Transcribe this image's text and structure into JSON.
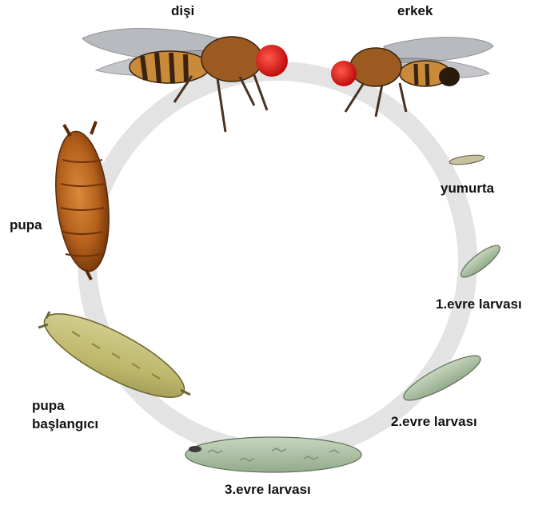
{
  "labels": {
    "female": "dişi",
    "male": "erkek",
    "egg": "yumurta",
    "larva1": "1.evre larvası",
    "larva2": "2.evre larvası",
    "larva3": "3.evre larvası",
    "prepupa_line1": "pupa",
    "prepupa_line2": "başlangıcı",
    "pupa": "pupa"
  },
  "colors": {
    "cycle_ring": "#e3e3e3",
    "fly_eye": "#e01818",
    "fly_thorax": "#9a5a20",
    "fly_abdomen_band": "#3a2410",
    "fly_body": "#c98a3a",
    "wing": "#8a8f96",
    "pupa": "#b5601c",
    "prepupa": "#c9c47a",
    "larva": "#a9bfa0"
  },
  "stages_icons": [
    "female-fly-icon",
    "male-fly-icon",
    "egg-icon",
    "first-instar-larva-icon",
    "second-instar-larva-icon",
    "third-instar-larva-icon",
    "prepupa-icon",
    "pupa-icon"
  ]
}
